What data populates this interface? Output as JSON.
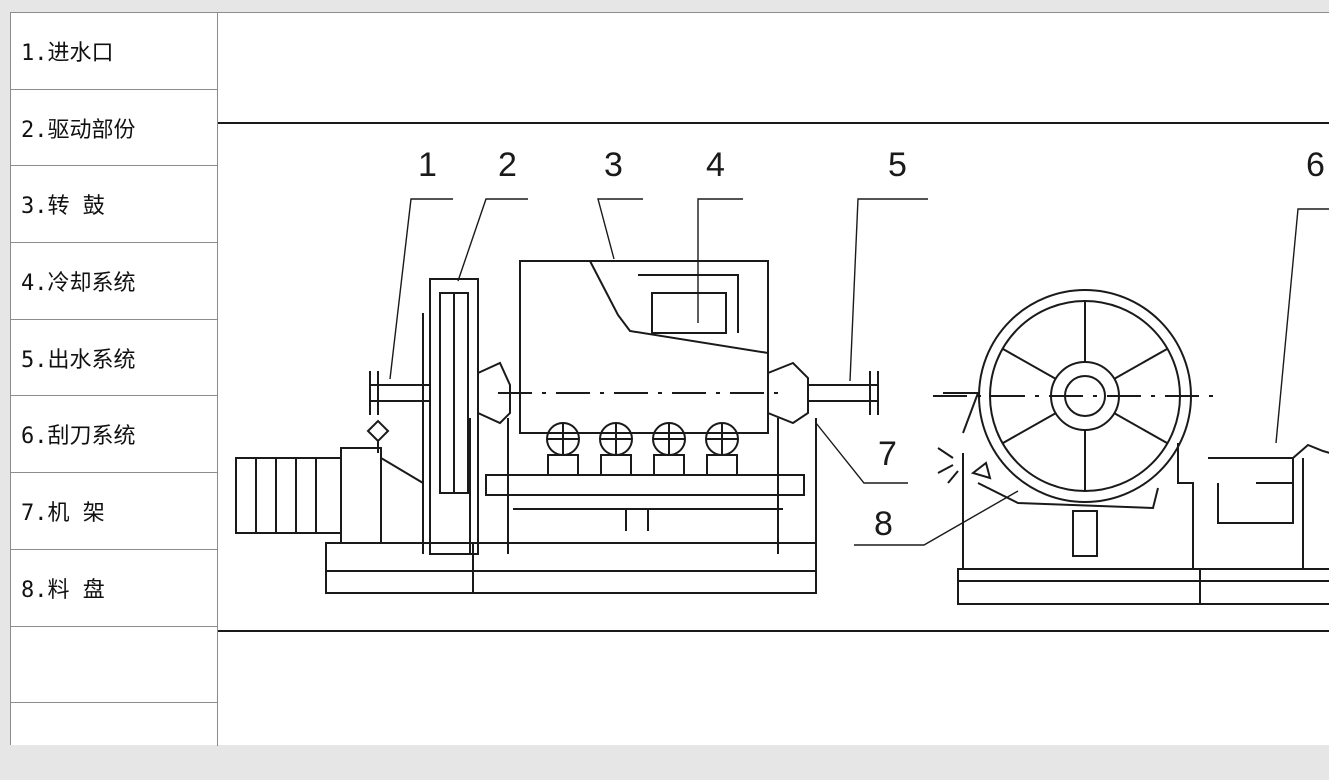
{
  "legend": {
    "items": [
      {
        "label": "1.进水口"
      },
      {
        "label": "2.驱动部份"
      },
      {
        "label": "3.转 鼓"
      },
      {
        "label": "4.冷却系统"
      },
      {
        "label": "5.出水系统"
      },
      {
        "label": "6.刮刀系统"
      },
      {
        "label": "7.机 架"
      },
      {
        "label": "8.料 盘"
      },
      {
        "label": ""
      },
      {
        "label": ""
      }
    ]
  },
  "diagram": {
    "callouts": [
      "1",
      "2",
      "3",
      "4",
      "5",
      "6",
      "7",
      "8"
    ]
  },
  "colors": {
    "line": "#1a1a1a",
    "grid": "#8c8c8c",
    "background": "#e6e6e6"
  }
}
